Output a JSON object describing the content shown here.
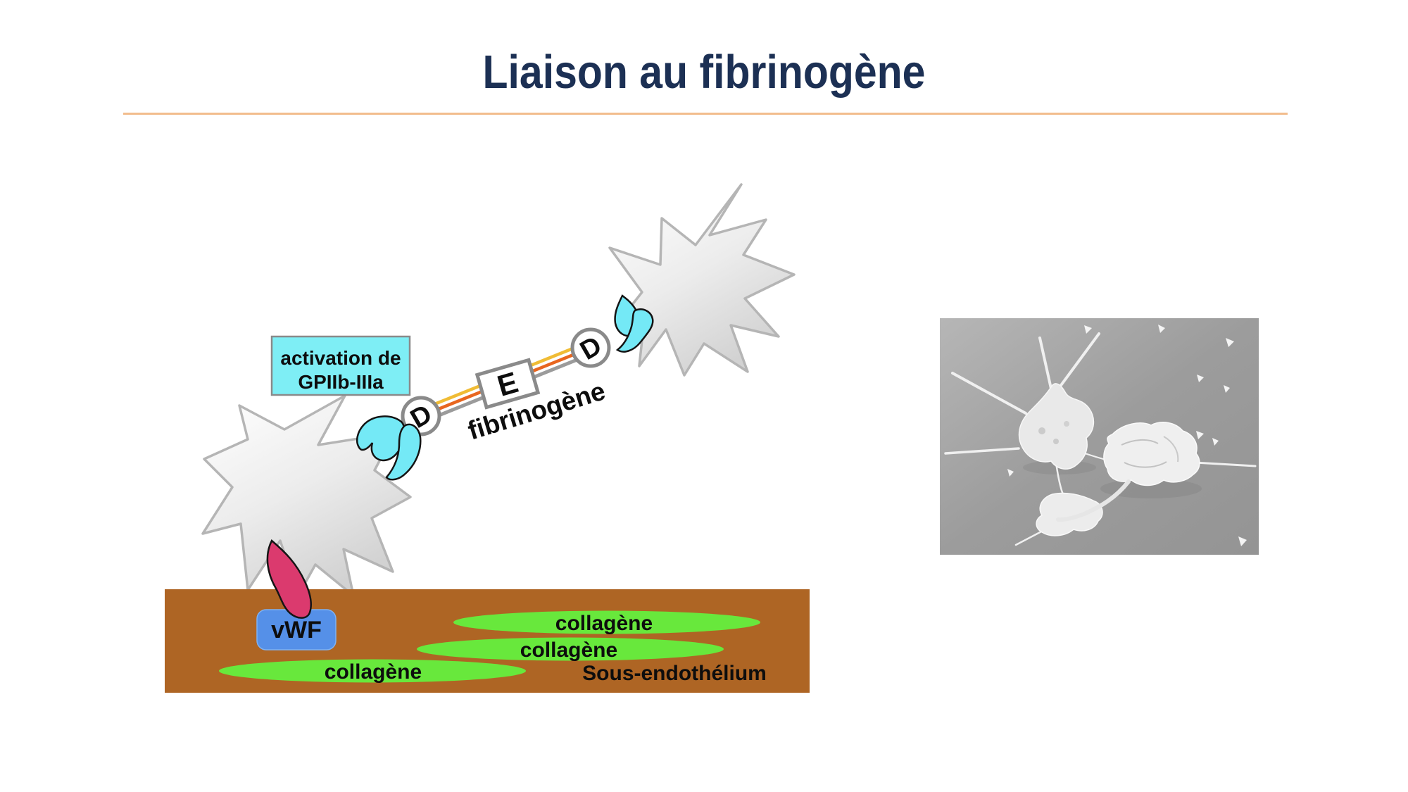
{
  "slide": {
    "title": "Liaison au fibrinogène",
    "title_color": "#1c3054",
    "underline_color": "#f2bd8d",
    "background": "#ffffff"
  },
  "diagram": {
    "activation_box": {
      "line1": "activation de",
      "line2": "GPIIb-IIIa",
      "fill": "#7eeef5",
      "border": "#8a8a8a"
    },
    "fibrinogen": {
      "label": "fibrinogène",
      "domains": {
        "d_left": "D",
        "e_center": "E",
        "d_right": "D"
      },
      "strand_colors": {
        "yellow": "#f0bc35",
        "orange": "#e8661f",
        "gray": "#9b9b9b"
      },
      "node_fill": "#ffffff",
      "node_border": "#8a8a8a"
    },
    "platelet": {
      "fill_light": "#fefefe",
      "fill_dark": "#d2d2d2",
      "border": "#b5b5b5"
    },
    "receptor_color": "#74e9f6",
    "receptor_outline": "#141414",
    "vwf": {
      "label": "vWF",
      "fill": "#5590e8",
      "text_color": "#ffffff"
    },
    "vwf_bond_color": "#db3a6e",
    "subendothelium": {
      "label": "Sous-endothélium",
      "fill": "#ae6524",
      "text_color": "#111111"
    },
    "collagen": {
      "labels": [
        "collagène",
        "collagène",
        "collagène"
      ],
      "fill": "#68e83c",
      "text_color": "#111111"
    }
  },
  "micrograph": {
    "bg_light": "#b4b4b4",
    "bg_dark": "#8f8f8f",
    "platelet_color": "#eeeeee"
  }
}
